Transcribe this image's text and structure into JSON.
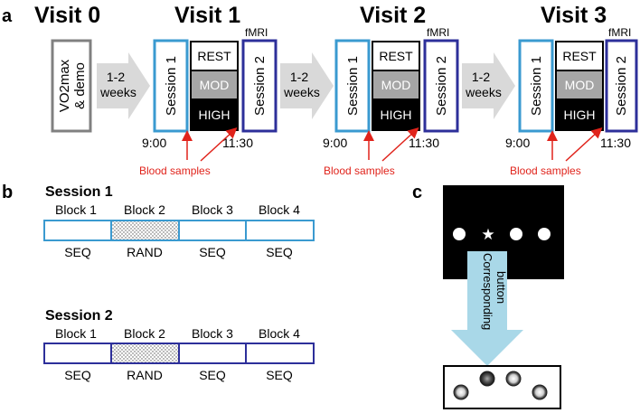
{
  "panel_labels": {
    "a": "a",
    "b": "b",
    "c": "c"
  },
  "visits": [
    {
      "title": "Visit 0",
      "box": [
        "VO2max",
        "& demo"
      ]
    },
    {
      "title": "Visit 1"
    },
    {
      "title": "Visit 2"
    },
    {
      "title": "Visit 3"
    }
  ],
  "interval": [
    "1-2",
    "weeks"
  ],
  "session1_label": "Session 1",
  "session2_label": "Session 2",
  "conditions": [
    "REST",
    "MOD",
    "HIGH"
  ],
  "fmri": "fMRI",
  "time_start": "9:00",
  "time_end": "11:30",
  "blood": "Blood samples",
  "panel_b": {
    "session1_title": "Session 1",
    "session2_title": "Session 2",
    "blocks": [
      "Block 1",
      "Block 2",
      "Block 3",
      "Block 4"
    ],
    "types": [
      "SEQ",
      "RAND",
      "SEQ",
      "SEQ"
    ]
  },
  "panel_c": {
    "arrow_text": [
      "Corresponding",
      "button"
    ]
  },
  "colors": {
    "session1": "#3a9ad0",
    "session2": "#2d2f9a",
    "visit0": "#808080",
    "arrow_gray": "#d9d9d9",
    "mod": "#a6a6a6",
    "red": "#e0231b",
    "arrow_blue": "#a9d8e8"
  }
}
